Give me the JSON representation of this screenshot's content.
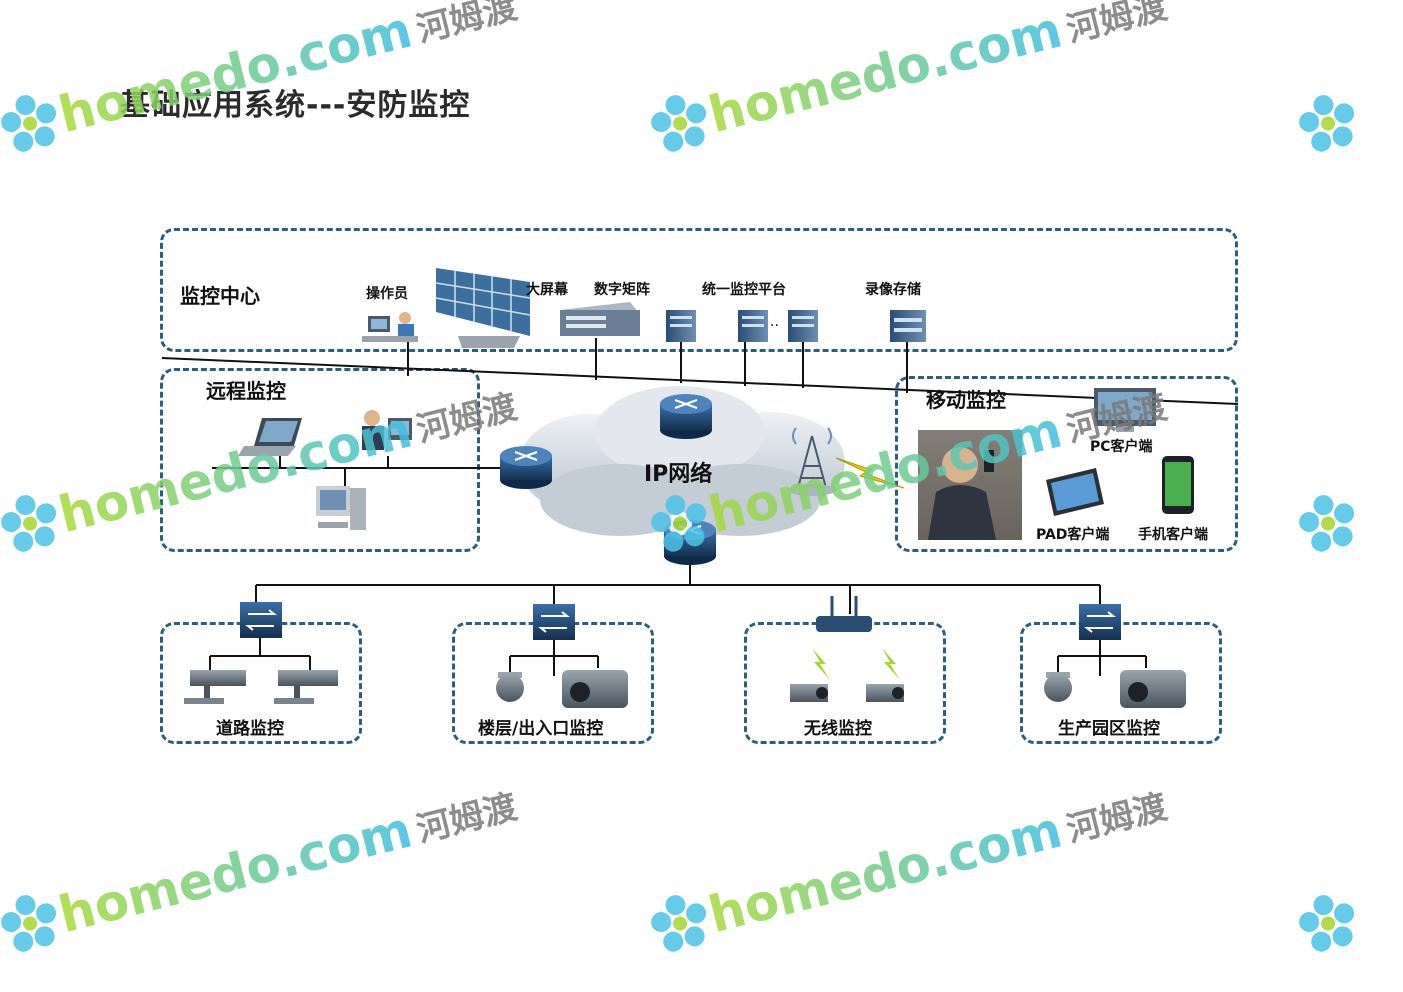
{
  "title": "基础应用系统---安防监控",
  "center": {
    "label": "监控中心",
    "operator": "操作员",
    "big_screen": "大屏幕",
    "matrix": "数字矩阵",
    "platform": "统一监控平台",
    "storage": "录像存储"
  },
  "remote": {
    "label": "远程监控"
  },
  "network": {
    "label": "IP网络"
  },
  "mobile": {
    "label": "移动监控",
    "pc": "PC客户端",
    "pad": "PAD客户端",
    "phone": "手机客户端"
  },
  "sites": [
    {
      "label": "道路监控"
    },
    {
      "label": "楼层/出入口监控"
    },
    {
      "label": "无线监控"
    },
    {
      "label": "生产园区监控"
    }
  ],
  "watermark": {
    "brand": "homedo.com",
    "cn": "河姆渡"
  },
  "colors": {
    "box_border": "#2e5e7e",
    "cloud": "#d9dfe6",
    "router": "#1f3f66",
    "accent_bolt": "#e6d500"
  }
}
